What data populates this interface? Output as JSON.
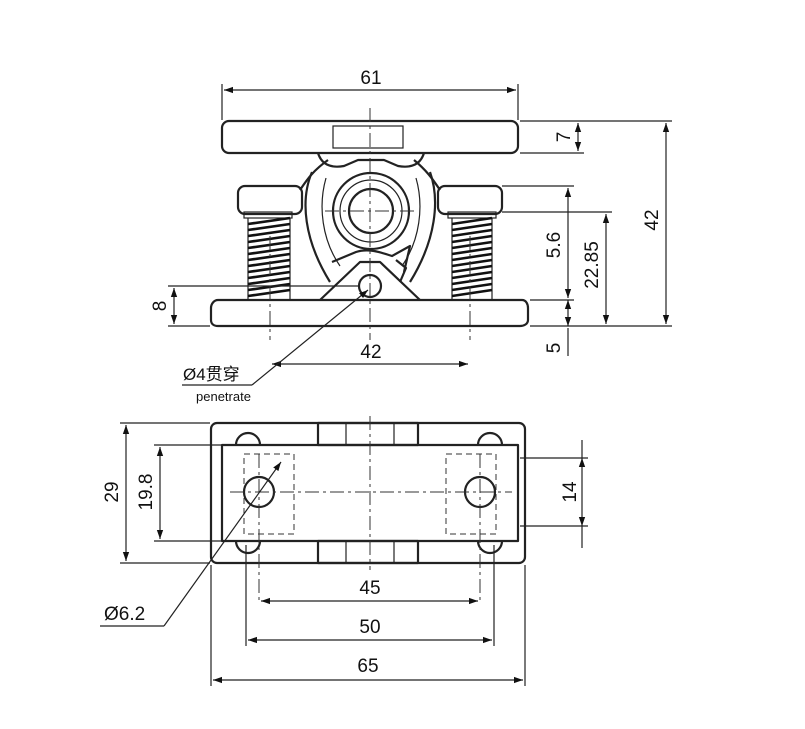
{
  "front_view": {
    "dim_overall_width": "61",
    "dim_handle_thickness": "7",
    "dim_total_height": "42",
    "dim_spring_height": "5.6",
    "dim_axis_height": "22.85",
    "dim_base_offset": "8",
    "dim_base_thickness": "5",
    "dim_spring_spacing": "42",
    "hole_note": "Ø4贯穿",
    "hole_note_en": "penetrate"
  },
  "top_view": {
    "dim_depth": "29",
    "dim_inner_depth": "19.8",
    "dim_hole_spacing_vertical": "14",
    "dim_hole_spacing": "45",
    "dim_plate_width": "50",
    "dim_base_width": "65",
    "hole_diameter": "Ø6.2"
  }
}
